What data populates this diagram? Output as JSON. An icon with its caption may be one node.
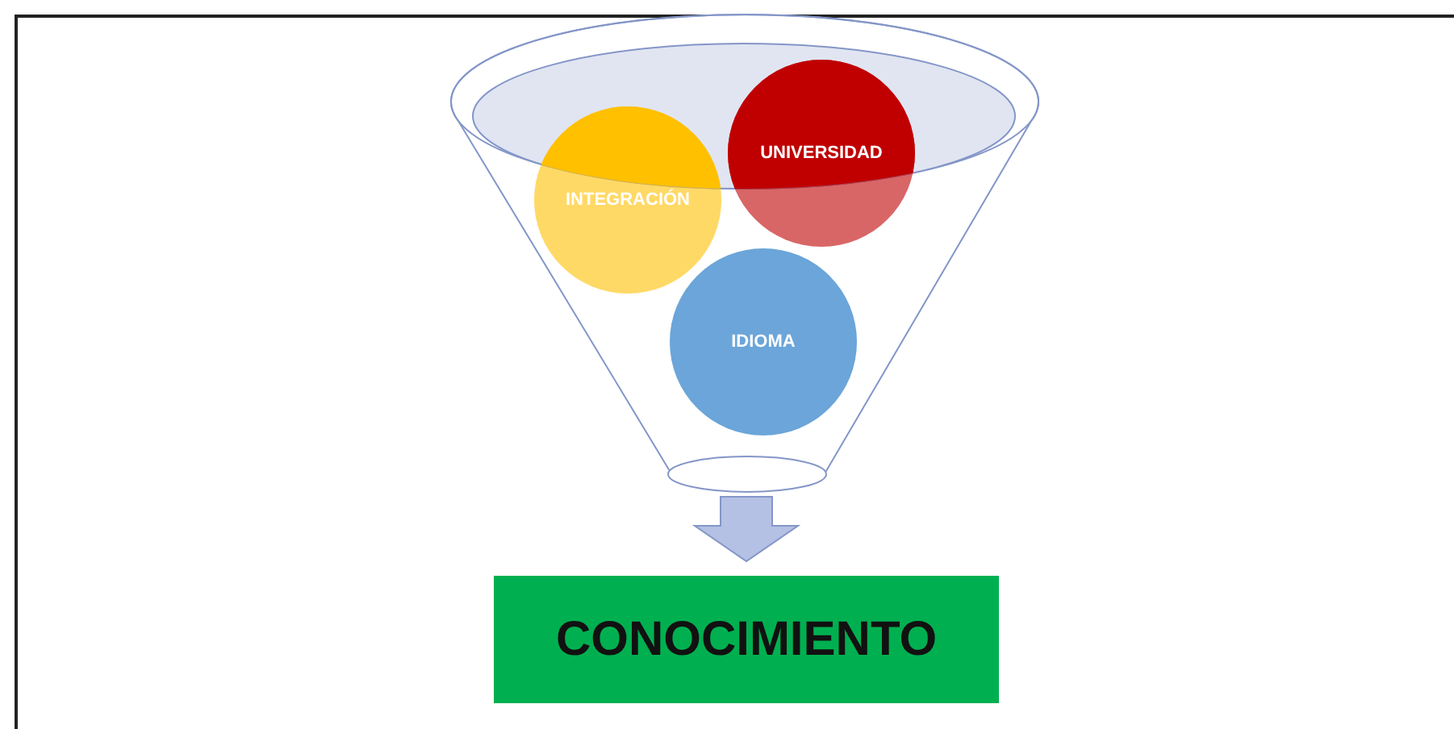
{
  "diagram": {
    "nodes": [
      {
        "text": [],
        "shape": "funnel"
      },
      {
        "text": [
          "INTEGRACIÓN"
        ],
        "in": 0
      },
      {
        "text": [
          "UNIVERSIDAD"
        ],
        "in": 0
      },
      {
        "text": [
          "IDIOMA"
        ],
        "in": 0
      },
      {
        "text": [
          "CONOCIMIENTO"
        ]
      }
    ],
    "edges": [
      {
        "from": 0,
        "to": 4,
        "arrow": "to",
        "style": "thick"
      }
    ]
  }
}
